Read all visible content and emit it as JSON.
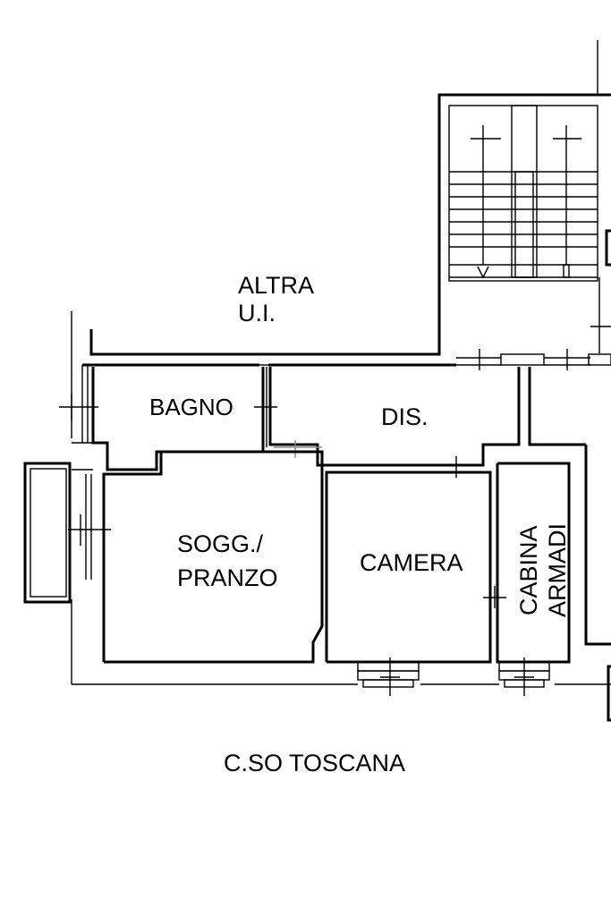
{
  "plan": {
    "rooms": {
      "altra_ui": [
        "ALTRA",
        "U.I."
      ],
      "bagno": "BAGNO",
      "dis": "DIS.",
      "soggiorno": [
        "SOGG./",
        "PRANZO"
      ],
      "camera": "CAMERA",
      "cabina": [
        "CABINA",
        "ARMADI"
      ]
    },
    "street": "C.SO TOSCANA"
  }
}
